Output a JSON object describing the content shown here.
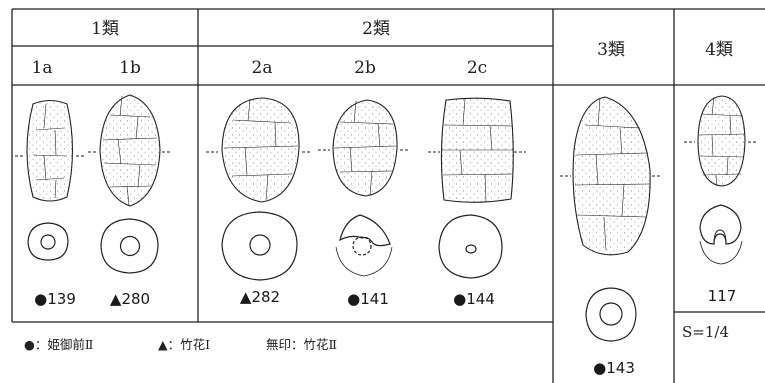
{
  "header": {
    "class1": "1類",
    "class2": "2類",
    "class3": "3類",
    "class4": "4類",
    "sub1a": "1a",
    "sub1b": "1b",
    "sub2a": "2a",
    "sub2b": "2b",
    "sub2c": "2c"
  },
  "specimens": [
    {
      "type": "1a",
      "label": "●139"
    },
    {
      "type": "1b",
      "label": "▲280"
    },
    {
      "type": "2a",
      "label": "▲282"
    },
    {
      "type": "2b",
      "label": "●141"
    },
    {
      "type": "2c",
      "label": "●144"
    },
    {
      "type": "3",
      "label": "●143"
    },
    {
      "type": "4",
      "label": "117"
    }
  ],
  "legend": {
    "circle": "●：姫御前Ⅱ",
    "triangle": "▲：竹花Ⅰ",
    "none": "無印：竹花Ⅱ"
  },
  "scale": "S=1/4"
}
